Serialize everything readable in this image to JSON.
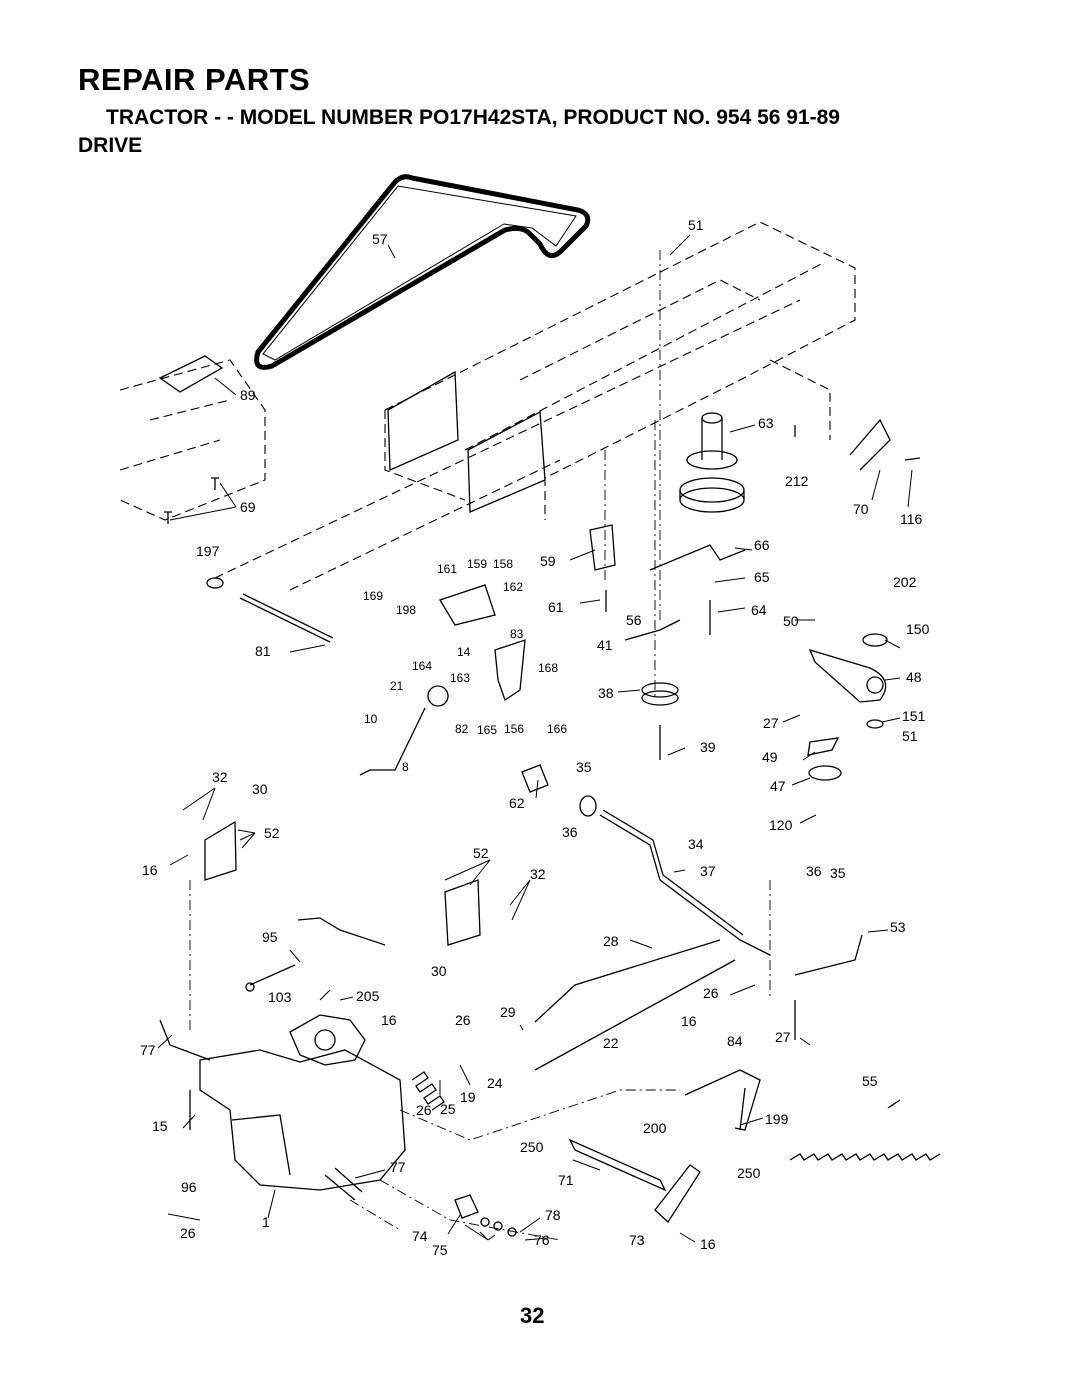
{
  "header": {
    "title": "REPAIR PARTS",
    "subtitle": "TRACTOR - - MODEL NUMBER PO17H42STA, PRODUCT NO. 954 56 91-89",
    "section": "DRIVE"
  },
  "page_number": "32",
  "parts": [
    "57",
    "51",
    "89",
    "63",
    "212",
    "70",
    "116",
    "69",
    "197",
    "161",
    "159",
    "158",
    "59",
    "66",
    "169",
    "162",
    "65",
    "202",
    "198",
    "61",
    "56",
    "64",
    "50",
    "150",
    "83",
    "41",
    "81",
    "14",
    "164",
    "168",
    "48",
    "163",
    "21",
    "38",
    "151",
    "27",
    "10",
    "82",
    "165",
    "156",
    "166",
    "51",
    "39",
    "49",
    "8",
    "32",
    "35",
    "47",
    "30",
    "62",
    "52",
    "36",
    "120",
    "34",
    "16",
    "52",
    "37",
    "36",
    "35",
    "32",
    "53",
    "95",
    "28",
    "30",
    "103",
    "205",
    "26",
    "29",
    "16",
    "26",
    "16",
    "84",
    "27",
    "77",
    "22",
    "19",
    "24",
    "55",
    "15",
    "26",
    "25",
    "199",
    "200",
    "250",
    "77",
    "96",
    "71",
    "250",
    "1",
    "78",
    "26",
    "74",
    "75",
    "76",
    "73",
    "16"
  ]
}
